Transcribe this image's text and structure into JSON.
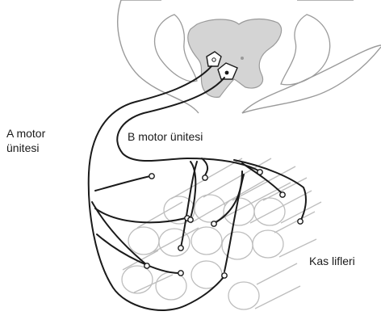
{
  "labels": {
    "motor_unit_a_line1": "A motor",
    "motor_unit_a_line2": "ünitesi",
    "motor_unit_b": "B motor ünitesi",
    "muscle_fibers": "Kas lifleri"
  },
  "colors": {
    "line": "#1a1a1a",
    "grey_matter": "#d4d4d4",
    "outline": "#9a9a9a",
    "fiber_outline": "#bdbdbd"
  }
}
